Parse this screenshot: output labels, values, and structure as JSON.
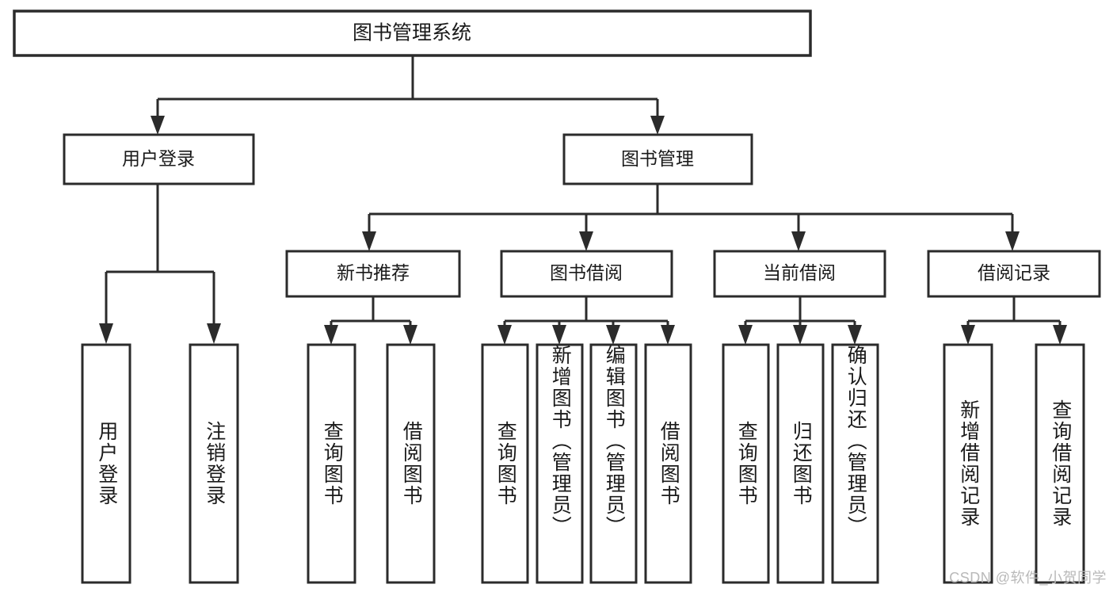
{
  "diagram": {
    "type": "tree-hierarchy",
    "title": "图书管理系统",
    "root": {
      "label": "图书管理系统",
      "orientation": "horizontal"
    },
    "level1": [
      {
        "label": "用户登录",
        "orientation": "horizontal"
      },
      {
        "label": "图书管理",
        "orientation": "horizontal"
      }
    ],
    "level2": [
      {
        "label": "新书推荐",
        "orientation": "horizontal"
      },
      {
        "label": "图书借阅",
        "orientation": "horizontal"
      },
      {
        "label": "当前借阅",
        "orientation": "horizontal"
      },
      {
        "label": "借阅记录",
        "orientation": "horizontal"
      }
    ],
    "leaves": {
      "user_login": [
        {
          "label": "用户登录",
          "orientation": "vertical"
        },
        {
          "label": "注销登录",
          "orientation": "vertical"
        }
      ],
      "new_book_recommend": [
        {
          "label": "查询图书",
          "orientation": "vertical"
        },
        {
          "label": "借阅图书",
          "orientation": "vertical"
        }
      ],
      "book_borrow": [
        {
          "label": "查询图书",
          "orientation": "vertical"
        },
        {
          "label": "新增图书（管理员）",
          "orientation": "vertical"
        },
        {
          "label": "编辑图书（管理员）",
          "orientation": "vertical"
        },
        {
          "label": "借阅图书",
          "orientation": "vertical"
        }
      ],
      "current_borrow": [
        {
          "label": "查询图书",
          "orientation": "vertical"
        },
        {
          "label": "归还图书",
          "orientation": "vertical"
        },
        {
          "label": "确认归还（管理员）",
          "orientation": "vertical"
        }
      ],
      "borrow_record": [
        {
          "label": "新增借阅记录",
          "orientation": "vertical"
        },
        {
          "label": "查询借阅记录",
          "orientation": "vertical"
        }
      ]
    }
  },
  "colors": {
    "stroke": "#2b2b2b",
    "fill": "#ffffff",
    "text": "#1a1a1a",
    "watermark": "#b9b9b9"
  },
  "watermark": {
    "text": "CSDN @软件_小贺同学"
  }
}
